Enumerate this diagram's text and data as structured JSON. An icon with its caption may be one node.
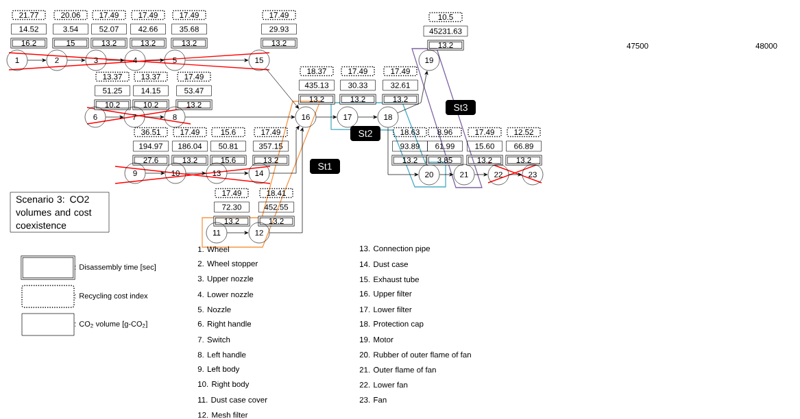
{
  "diagram": {
    "nodes": [
      {
        "text": [
          "21.77"
        ]
      },
      {
        "text": [
          "14.52"
        ]
      },
      {
        "text": [
          "16.2"
        ]
      },
      {
        "text": [
          "1"
        ]
      },
      {
        "text": [
          "20.06"
        ]
      },
      {
        "text": [
          "3.54"
        ]
      },
      {
        "text": [
          "15"
        ]
      },
      {
        "text": [
          "2"
        ]
      },
      {
        "text": [
          "17.49"
        ]
      },
      {
        "text": [
          "52.07"
        ]
      },
      {
        "text": [
          "13.2"
        ]
      },
      {
        "text": [
          "3"
        ]
      },
      {
        "text": [
          "17.49"
        ]
      },
      {
        "text": [
          "42.66"
        ]
      },
      {
        "text": [
          "13.2"
        ]
      },
      {
        "text": [
          "4"
        ]
      },
      {
        "text": [
          "17.49"
        ]
      },
      {
        "text": [
          "35.68"
        ]
      },
      {
        "text": [
          "13.2"
        ]
      },
      {
        "text": [
          "5"
        ]
      },
      {
        "text": [
          "13.37"
        ]
      },
      {
        "text": [
          "51.25"
        ]
      },
      {
        "text": [
          "10.2"
        ]
      },
      {
        "text": [
          "6"
        ]
      },
      {
        "text": [
          "13.37"
        ]
      },
      {
        "text": [
          "14.15"
        ]
      },
      {
        "text": [
          "10.2"
        ]
      },
      {
        "text": [
          "7"
        ]
      },
      {
        "text": [
          "17.49"
        ]
      },
      {
        "text": [
          "53.47"
        ]
      },
      {
        "text": [
          "13.2"
        ]
      },
      {
        "text": [
          "8"
        ]
      },
      {
        "text": [
          "36.51"
        ]
      },
      {
        "text": [
          "194.97"
        ]
      },
      {
        "text": [
          "27.6"
        ]
      },
      {
        "text": [
          "9"
        ]
      },
      {
        "text": [
          "17.49"
        ]
      },
      {
        "text": [
          "186.04"
        ]
      },
      {
        "text": [
          "13.2"
        ]
      },
      {
        "text": [
          "10"
        ]
      },
      {
        "text": [
          "17.49"
        ]
      },
      {
        "text": [
          "72.30"
        ]
      },
      {
        "text": [
          "13.2"
        ]
      },
      {
        "text": [
          "11"
        ]
      },
      {
        "text": [
          "18.41"
        ]
      },
      {
        "text": [
          "452.55"
        ]
      },
      {
        "text": [
          "13.2"
        ]
      },
      {
        "text": [
          "12"
        ]
      },
      {
        "text": [
          "15.6"
        ]
      },
      {
        "text": [
          "50.81"
        ]
      },
      {
        "text": [
          "15.6"
        ]
      },
      {
        "text": [
          "13"
        ]
      },
      {
        "text": [
          "17.49"
        ]
      },
      {
        "text": [
          "357.15"
        ]
      },
      {
        "text": [
          "13.2"
        ]
      },
      {
        "text": [
          "14"
        ]
      },
      {
        "text": [
          "17.49"
        ]
      },
      {
        "text": [
          "29.93"
        ]
      },
      {
        "text": [
          "13.2"
        ]
      },
      {
        "text": [
          "15"
        ]
      },
      {
        "text": [
          "18.37"
        ]
      },
      {
        "text": [
          "435.13"
        ]
      },
      {
        "text": [
          "13.2"
        ]
      },
      {
        "text": [
          "16"
        ]
      },
      {
        "text": [
          "17.49"
        ]
      },
      {
        "text": [
          "30.33"
        ]
      },
      {
        "text": [
          "13.2"
        ]
      },
      {
        "text": [
          "17"
        ]
      },
      {
        "text": [
          "17.49"
        ]
      },
      {
        "text": [
          "32.61"
        ]
      },
      {
        "text": [
          "13.2"
        ]
      },
      {
        "text": [
          "18"
        ]
      },
      {
        "text": [
          "10.5"
        ]
      },
      {
        "text": [
          "45231.63"
        ]
      },
      {
        "text": [
          "13.2"
        ]
      },
      {
        "text": [
          "19"
        ]
      },
      {
        "text": [
          "18.63"
        ]
      },
      {
        "text": [
          "93.89"
        ]
      },
      {
        "text": [
          "13.2"
        ]
      },
      {
        "text": [
          "20"
        ]
      },
      {
        "text": [
          "8.96"
        ]
      },
      {
        "text": [
          "61.99"
        ]
      },
      {
        "text": [
          "3.85"
        ]
      },
      {
        "text": [
          "21"
        ]
      },
      {
        "text": [
          "17.49"
        ]
      },
      {
        "text": [
          "15.60"
        ]
      },
      {
        "text": [
          "13.2"
        ]
      },
      {
        "text": [
          "22"
        ]
      },
      {
        "text": [
          "12.52"
        ]
      },
      {
        "text": [
          "66.89"
        ]
      },
      {
        "text": [
          "13.2"
        ]
      },
      {
        "text": [
          "23"
        ]
      },
      {
        "text": [
          "Scenario 3: CO2 volumes and cost coexistence"
        ]
      },
      {
        "text": [
          "St1"
        ]
      },
      {
        "text": [
          "St2"
        ]
      },
      {
        "text": [
          "St3"
        ]
      }
    ],
    "edges": [
      {
        "from": 3,
        "to": 7,
        "arrow": "to"
      },
      {
        "from": 7,
        "to": 11,
        "arrow": "to"
      },
      {
        "from": 11,
        "to": 15,
        "arrow": "to"
      },
      {
        "from": 15,
        "to": 19,
        "arrow": "to"
      },
      {
        "from": 19,
        "to": 59,
        "arrow": "to"
      },
      {
        "from": 59,
        "to": 63,
        "arrow": "to"
      },
      {
        "from": 23,
        "to": 27,
        "arrow": "to"
      },
      {
        "from": 27,
        "to": 31,
        "arrow": "to"
      },
      {
        "from": 31,
        "to": 63,
        "arrow": "to"
      },
      {
        "from": 35,
        "to": 39,
        "arrow": "to"
      },
      {
        "from": 39,
        "to": 51,
        "arrow": "to"
      },
      {
        "from": 51,
        "to": 55,
        "arrow": "to"
      },
      {
        "from": 55,
        "to": 63,
        "arrow": "to"
      },
      {
        "from": 43,
        "to": 47,
        "arrow": "to"
      },
      {
        "from": 47,
        "to": 63,
        "arrow": "to"
      },
      {
        "from": 63,
        "to": 67,
        "arrow": "to"
      },
      {
        "from": 67,
        "to": 71,
        "arrow": "to"
      },
      {
        "from": 71,
        "to": 75,
        "arrow": "to"
      },
      {
        "from": 71,
        "to": 79,
        "arrow": "to"
      },
      {
        "from": 79,
        "to": 83,
        "arrow": "to"
      },
      {
        "from": 83,
        "to": 87,
        "arrow": "to"
      },
      {
        "from": 87,
        "to": 91,
        "arrow": "to"
      }
    ],
    "labels": [
      "47500",
      "48000",
      "1. Wheel",
      "2. Wheel stopper",
      "3. Upper nozzle",
      "4. Lower nozzle",
      "5. Nozzle",
      "6. Right handle",
      "7. Switch",
      "8. Left handle",
      "9. Left body",
      "10. Right body",
      "11. Dust case cover",
      "12. Mesh filter",
      "13. Connection pipe",
      "14. Dust case",
      "15. Exhaust tube",
      "16. Upper filter",
      "17. Lower filter",
      "18. Protection cap",
      "19. Motor",
      "20. Rubber of outer flame of fan",
      "21. Outer flame of fan",
      "22. Lower fan",
      "23. Fan"
    ],
    "legend": [
      {
        "text": ": Disassembly time [sec]"
      },
      {
        "text": ": Recycling cost index"
      },
      {
        "text": ": CO$_{2}$ volume [g-CO$_{2}$]"
      }
    ]
  }
}
